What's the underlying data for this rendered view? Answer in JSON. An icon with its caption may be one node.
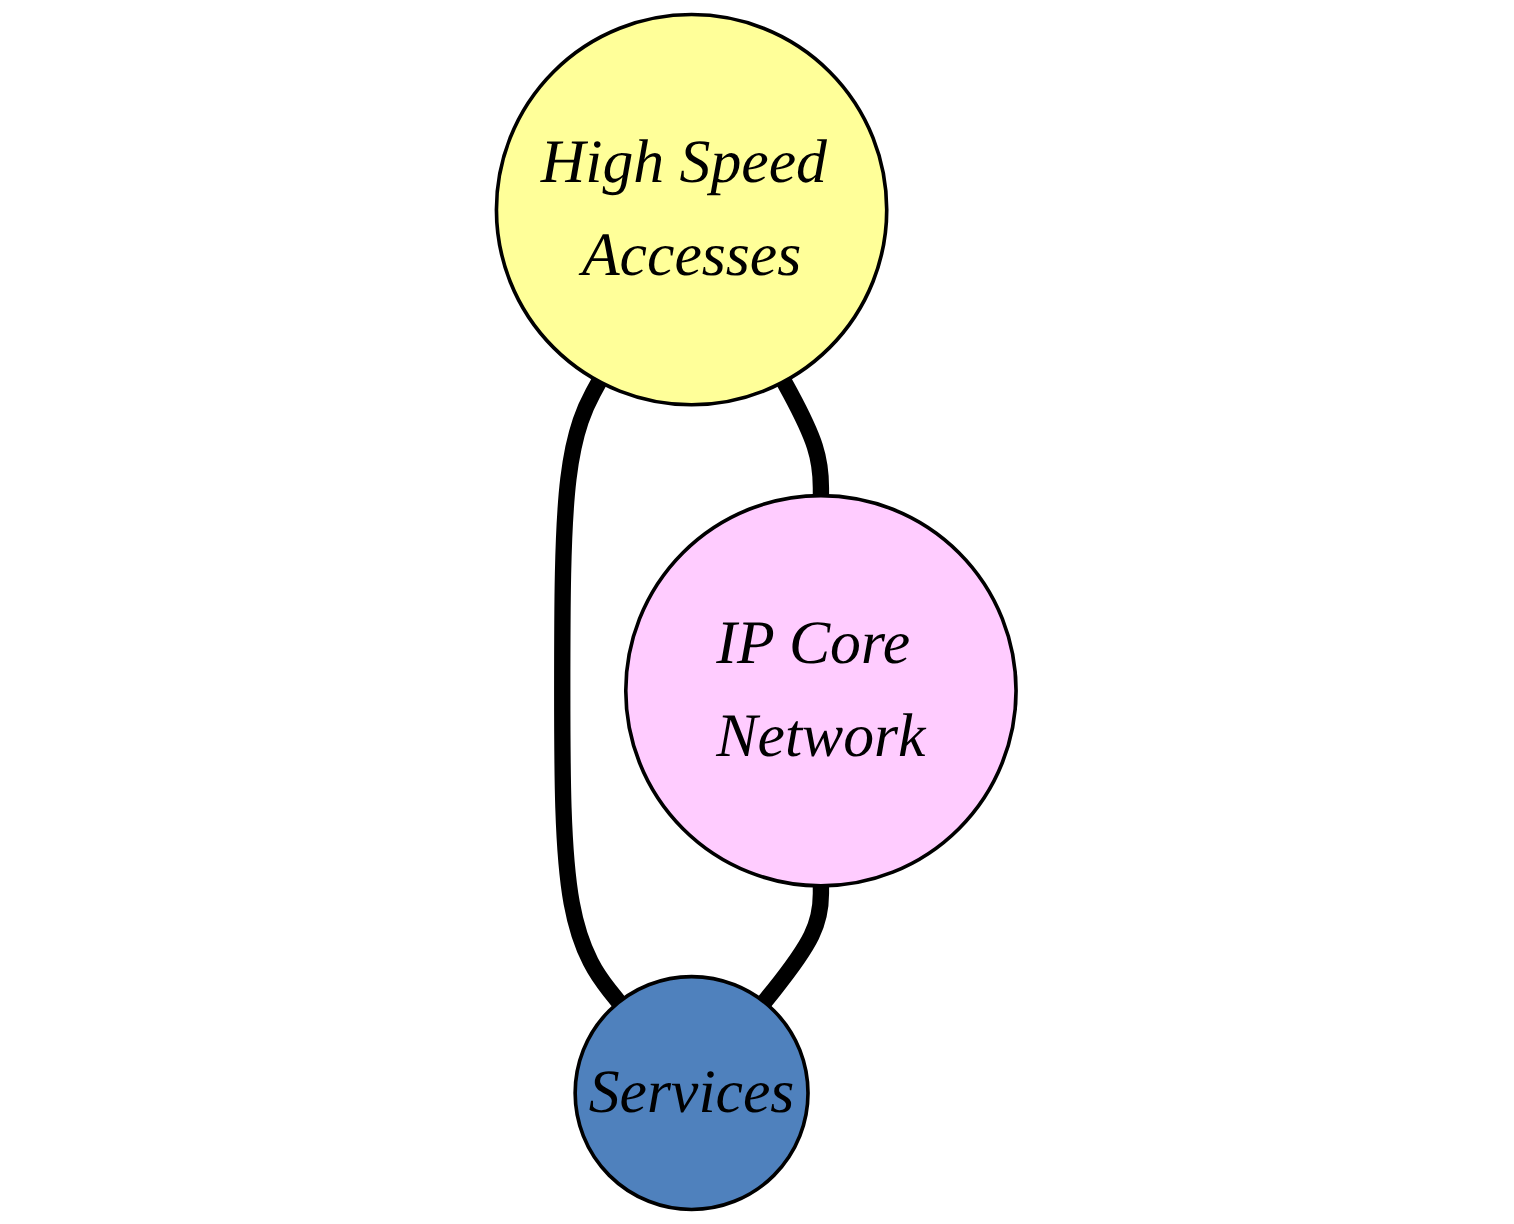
{
  "diagram": {
    "nodes": [
      {
        "text": [
          "High Speed Accesses"
        ]
      },
      {
        "text": [
          "IP Core Network"
        ]
      },
      {
        "text": [
          "Services"
        ]
      }
    ],
    "edges": [
      {
        "from": 0,
        "to": 1,
        "arrow": "none"
      },
      {
        "from": 0,
        "to": 2,
        "arrow": "none"
      },
      {
        "from": 1,
        "to": 2,
        "arrow": "none"
      }
    ]
  }
}
